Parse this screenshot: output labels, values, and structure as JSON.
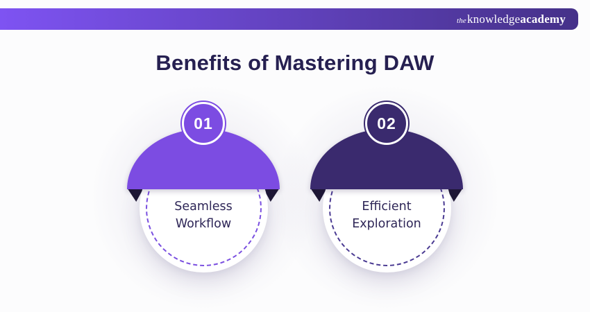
{
  "page": {
    "background": "#fcfcfd"
  },
  "palette": {
    "title_color": "#262051",
    "label_color": "#2e2657",
    "banner_text_color": "#ffffff"
  },
  "header": {
    "banner_gradient": [
      "#7e53f2",
      "#453189"
    ],
    "logo": {
      "prefix": "the",
      "word1": "knowledge",
      "word2": "academy"
    }
  },
  "title": "Benefits of Mastering DAW",
  "items": [
    {
      "number": "01",
      "label": "Seamless Workflow",
      "fill": "#7c4ce2",
      "dash": "#7a4fe0",
      "fold": "#1e1834"
    },
    {
      "number": "02",
      "label": "Efficient Exploration",
      "fill": "#3a2a6e",
      "dash": "#4a3a92",
      "fold": "#1e1834"
    }
  ]
}
